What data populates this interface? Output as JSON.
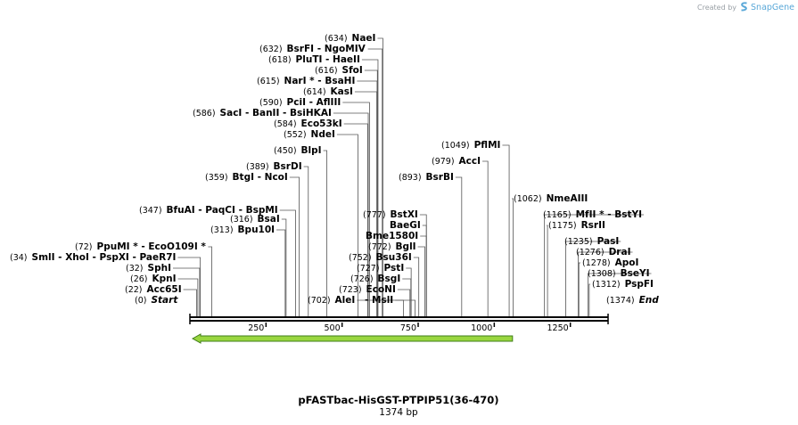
{
  "brand": {
    "created_by": "Created by",
    "name": "SnapGene"
  },
  "map": {
    "title": "pFASTbac-HisGST-PTPIP51(36-470)",
    "length_text": "1374 bp",
    "total_bp": 1374,
    "ticks": [
      250,
      500,
      750,
      1000,
      1250
    ],
    "feature": {
      "start": 0,
      "end": 1060,
      "direction": "reverse",
      "color": "#99d63f"
    },
    "labels": [
      {
        "pos": "(0)",
        "name": "Start",
        "site": 0,
        "italic": true
      },
      {
        "pos": "(22)",
        "name": "Acc65I",
        "site": 22
      },
      {
        "pos": "(26)",
        "name": "KpnI",
        "site": 26
      },
      {
        "pos": "(32)",
        "name": "SphI",
        "site": 32
      },
      {
        "pos": "(34)",
        "name": "SmlI   - XhoI   - PspXI   - PaeR7I",
        "site": 34
      },
      {
        "pos": "(72)",
        "name": "PpuMI *  - EcoO109I  *",
        "site": 72
      },
      {
        "pos": "(313)",
        "name": "Bpu10I",
        "site": 313
      },
      {
        "pos": "(316)",
        "name": "BsaI",
        "site": 316
      },
      {
        "pos": "(347)",
        "name": "BfuAI   - PaqCI   - BspMI",
        "site": 347
      },
      {
        "pos": "(359)",
        "name": "BtgI   - NcoI",
        "site": 359
      },
      {
        "pos": "(389)",
        "name": "BsrDI",
        "site": 389
      },
      {
        "pos": "(450)",
        "name": "BlpI",
        "site": 450
      },
      {
        "pos": "(552)",
        "name": "NdeI",
        "site": 552
      },
      {
        "pos": "(584)",
        "name": "Eco53kI",
        "site": 584
      },
      {
        "pos": "(586)",
        "name": "SacI   - BanII   - BsiHKAI",
        "site": 586
      },
      {
        "pos": "(590)",
        "name": "PciI   - AflIII",
        "site": 590
      },
      {
        "pos": "(614)",
        "name": "KasI",
        "site": 614
      },
      {
        "pos": "(615)",
        "name": "NarI *  - BsaHI",
        "site": 615
      },
      {
        "pos": "(616)",
        "name": "SfoI",
        "site": 616
      },
      {
        "pos": "(618)",
        "name": "PluTI   - HaeII",
        "site": 618
      },
      {
        "pos": "(632)",
        "name": "BsrFI   - NgoMIV",
        "site": 632
      },
      {
        "pos": "(634)",
        "name": "NaeI",
        "site": 634
      },
      {
        "pos": "(702)",
        "name": "AleI",
        "site": 702
      },
      {
        "pos": "(723)",
        "name": "EcoNI",
        "site": 723
      },
      {
        "pos": "(726)",
        "name": "BsgI",
        "site": 726
      },
      {
        "pos": "(727)",
        "name": "PstI",
        "site": 727
      },
      {
        "pos": "(752)",
        "name": "Bsu36I",
        "site": 752
      },
      {
        "pos": "(772)",
        "name": "BglI",
        "site": 772
      },
      {
        "pos": "",
        "name": "Bme1580I",
        "site": 777
      },
      {
        "pos": "",
        "name": "BaeGI",
        "site": 777
      },
      {
        "pos": "(777)",
        "name": "BstXI",
        "site": 777
      },
      {
        "pos": "",
        "name": "- MslI",
        "site": 740
      },
      {
        "pos": "(893)",
        "name": "BsrBI",
        "site": 893
      },
      {
        "pos": "(979)",
        "name": "AccI",
        "site": 979
      },
      {
        "pos": "(1049)",
        "name": "PflMI",
        "site": 1049
      },
      {
        "pos": "(1062)",
        "name": "NmeAIII",
        "site": 1062
      },
      {
        "pos": "(1165)",
        "name": "MfII *  - BstYI",
        "site": 1165
      },
      {
        "pos": "(1175)",
        "name": "RsrII",
        "site": 1175
      },
      {
        "pos": "(1235)",
        "name": "PasI",
        "site": 1235
      },
      {
        "pos": "(1276)",
        "name": "DraI",
        "site": 1276
      },
      {
        "pos": "(1278)",
        "name": "ApoI",
        "site": 1278
      },
      {
        "pos": "(1308)",
        "name": "BseYI",
        "site": 1308
      },
      {
        "pos": "(1312)",
        "name": "PspFI",
        "site": 1312
      },
      {
        "pos": "(1374)",
        "name": "End",
        "site": 1374,
        "italic": true
      }
    ]
  }
}
